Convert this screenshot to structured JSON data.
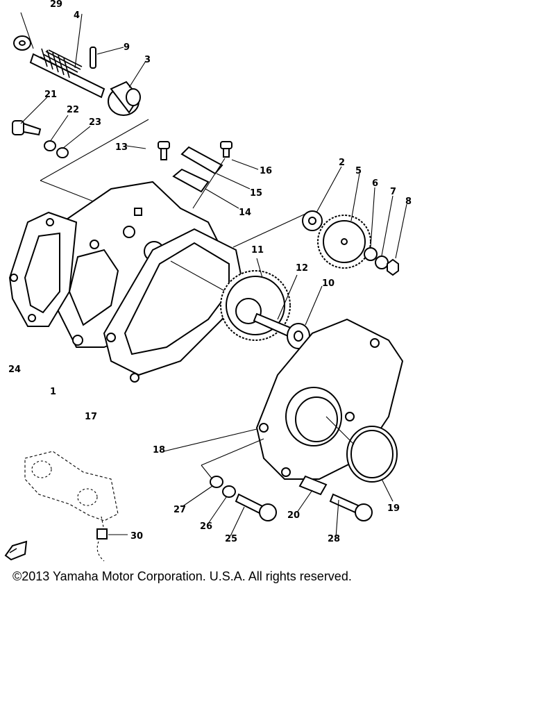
{
  "diagram": {
    "callouts": [
      "29",
      "4",
      "9",
      "3",
      "21",
      "22",
      "23",
      "13",
      "16",
      "15",
      "14",
      "2",
      "5",
      "6",
      "7",
      "8",
      "11",
      "12",
      "10",
      "24",
      "1",
      "17",
      "18",
      "27",
      "26",
      "25",
      "20",
      "28",
      "19",
      "30"
    ]
  },
  "footer": {
    "copyright": "©2013 Yamaha Motor Corporation. U.S.A. All rights reserved."
  }
}
